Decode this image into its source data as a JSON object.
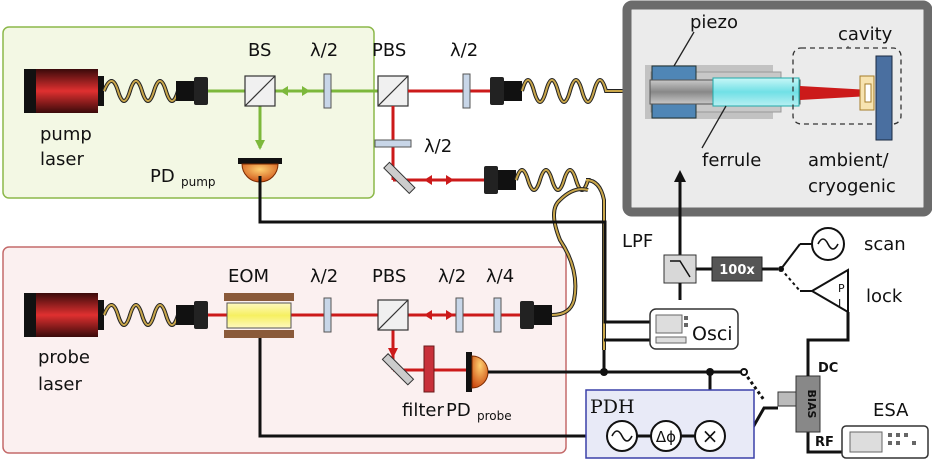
{
  "pump_box": {
    "bs": "BS",
    "hw1": "λ/2",
    "pbs": "PBS",
    "hw2": "λ/2",
    "hw3": "λ/2",
    "laser_line1": "pump",
    "laser_line2": "laser",
    "pd_main": "PD",
    "pd_sub": "pump"
  },
  "cryostat": {
    "piezo": "piezo",
    "cavity": "cavity",
    "ferrule": "ferrule",
    "env_line1": "ambient/",
    "env_line2": "cryogenic"
  },
  "control": {
    "lpf": "LPF",
    "amp": "100x",
    "scan": "scan",
    "lock": "lock",
    "pi_p": "P",
    "pi_i": "I"
  },
  "probe_box": {
    "eom": "EOM",
    "hw1": "λ/2",
    "pbs": "PBS",
    "hw2": "λ/2",
    "qw": "λ/4",
    "laser_line1": "probe",
    "laser_line2": "laser",
    "filter": "filter",
    "pd_main": "PD",
    "pd_sub": "probe"
  },
  "instruments": {
    "osci": "Osci",
    "esa": "ESA",
    "bias": "BIAS",
    "dc": "DC",
    "rf": "RF"
  },
  "pdh": {
    "title": "PDH",
    "dphi": "Δϕ",
    "mixer": "×"
  },
  "colors": {
    "pump_beam": "#7cb83b",
    "probe_beam": "#cc1a1a",
    "pump_box_fill": "#f3f8e4",
    "pump_box_stroke": "#8cb84a",
    "probe_box_fill": "#fbf0f0",
    "probe_box_stroke": "#c46a6a",
    "pdh_fill": "#e8eaf7",
    "pdh_stroke": "#3a40a8",
    "cryo_border": "#6b6b6b",
    "fiber": "#c9a64a"
  }
}
